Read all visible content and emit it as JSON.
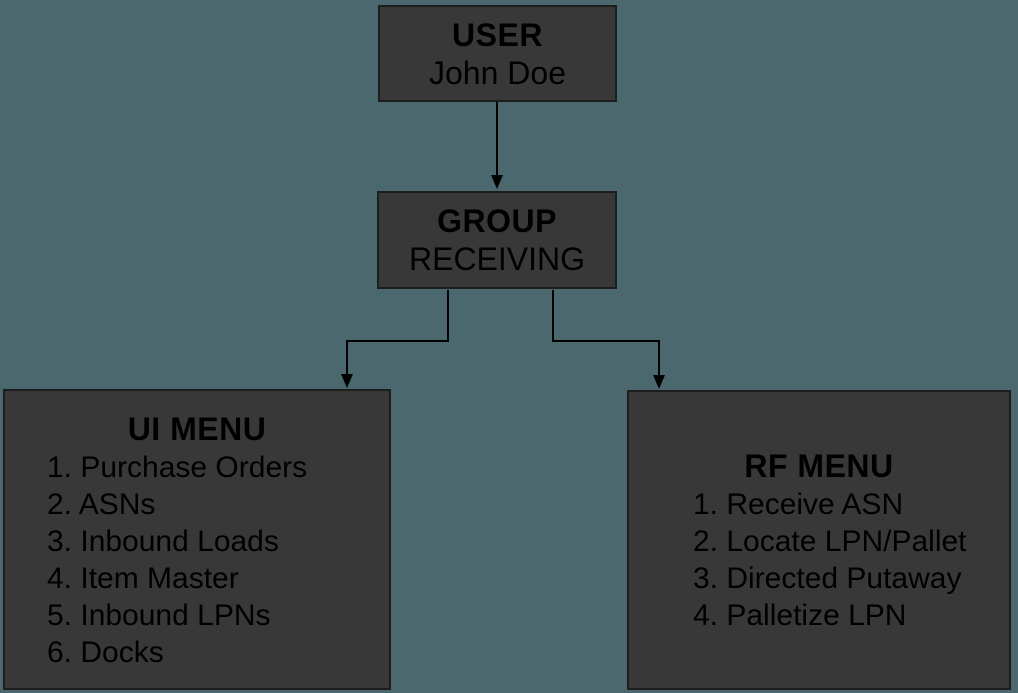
{
  "colors": {
    "background": "#4c686f",
    "box_fill": "#383838",
    "box_border": "#1d1d1d",
    "text": "#000000",
    "connector": "#000000"
  },
  "nodes": {
    "user": {
      "label": "USER",
      "value": "John Doe"
    },
    "group": {
      "label": "GROUP",
      "value": "RECEIVING"
    },
    "ui_menu": {
      "title": "UI MENU",
      "items": [
        "1. Purchase Orders",
        "2. ASNs",
        "3. Inbound Loads",
        "4. Item Master",
        "5. Inbound LPNs",
        "6. Docks"
      ]
    },
    "rf_menu": {
      "title": "RF MENU",
      "items": [
        "1. Receive ASN",
        "2. Locate LPN/Pallet",
        "3. Directed Putaway",
        "4. Palletize LPN"
      ]
    }
  }
}
